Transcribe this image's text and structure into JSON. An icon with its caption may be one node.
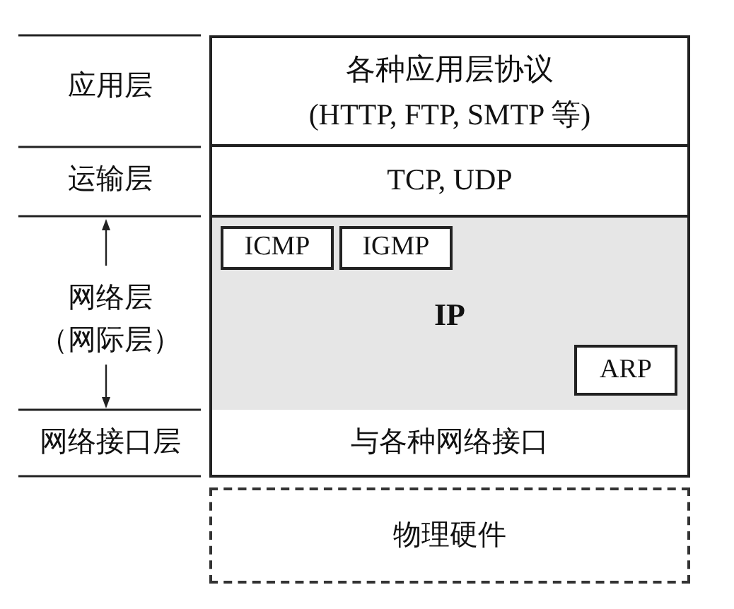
{
  "diagram": {
    "nodes": [
      {
        "text": [
          "各种应用层协议",
          "(HTTP, FTP, SMTP 等)"
        ]
      },
      {
        "text": [
          "TCP, UDP"
        ]
      },
      {
        "text": [
          "IP"
        ]
      },
      {
        "text": [
          "ICMP"
        ],
        "in": 2
      },
      {
        "text": [
          "IGMP"
        ],
        "in": 2
      },
      {
        "text": [
          "ARP"
        ],
        "in": 2
      },
      {
        "text": [
          "与各种网络接口"
        ]
      },
      {
        "text": [
          "物理硬件"
        ]
      }
    ],
    "edges": [],
    "labels": [
      "应用层",
      "运输层",
      "网络层",
      "（网际层）",
      "网络接口层"
    ]
  }
}
